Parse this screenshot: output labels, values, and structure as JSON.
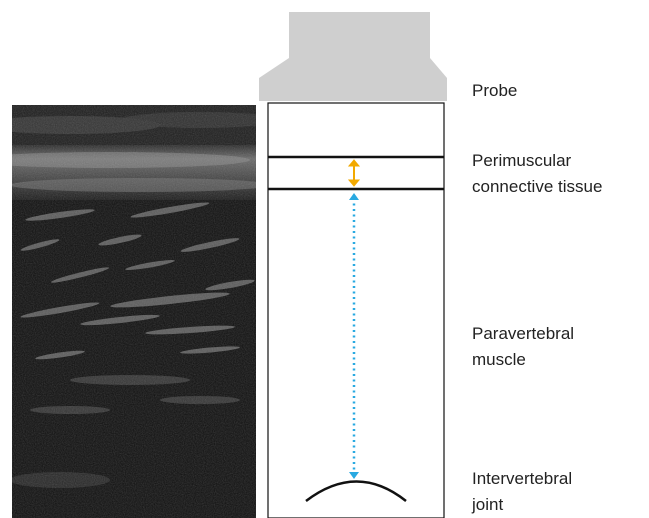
{
  "labels": {
    "probe": "Probe",
    "perimuscular_line1": "Perimuscular",
    "perimuscular_line2": "connective tissue",
    "paravertebral_line1": "Paravertebral",
    "paravertebral_line2": "muscle",
    "intervertebral_line1": "Intervertebral",
    "intervertebral_line2": "joint"
  },
  "colors": {
    "probe_gray": "#cfcfcf",
    "outline": "#111111",
    "connective_tissue_arrow": "#f2a900",
    "muscle_arrow": "#29a9e1",
    "ultrasound_bg": "#0e0e0e"
  }
}
